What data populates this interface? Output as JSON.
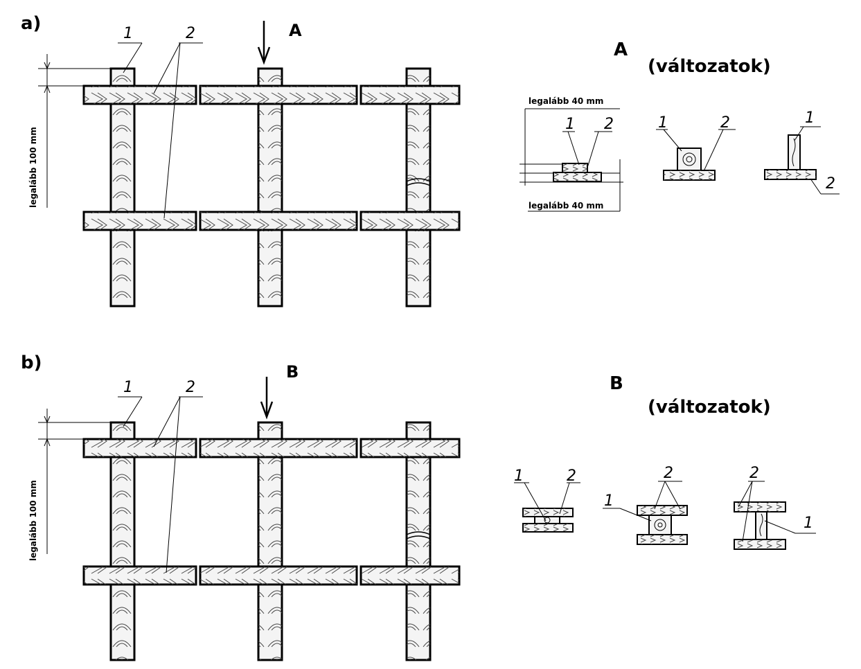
{
  "figure_a": {
    "label": "a)",
    "view_letter": "A",
    "part_1": "1",
    "part_2": "2",
    "dim_vertical": "legalább 100 mm"
  },
  "figure_b": {
    "label": "b)",
    "view_letter": "B",
    "part_1": "1",
    "part_2": "2",
    "dim_vertical": "legalább 100 mm"
  },
  "detail_a": {
    "letter": "A",
    "subtitle": "(változatok)",
    "dim_top": "legalább 40 mm",
    "dim_bottom": "legalább 40 mm",
    "part_1": "1",
    "part_2": "2"
  },
  "detail_b": {
    "letter": "B",
    "subtitle": "(változatok)",
    "part_1": "1",
    "part_2": "2"
  }
}
